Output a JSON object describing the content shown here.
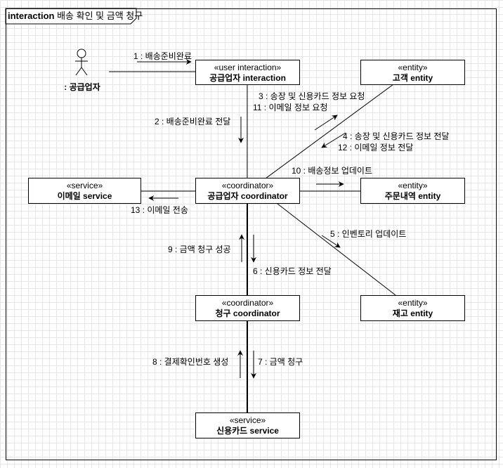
{
  "frame": {
    "keyword": "interaction",
    "title": "배송 확인 및 금액 청구"
  },
  "actor": {
    "name": ": 공급업자"
  },
  "boxes": {
    "user_interaction": {
      "stereotype": "«user interaction»",
      "name": "공급업자 interaction"
    },
    "customer_entity": {
      "stereotype": "«entity»",
      "name": "고객 entity"
    },
    "email_service": {
      "stereotype": "«service»",
      "name": "이메일 service"
    },
    "supplier_coordinator": {
      "stereotype": "«coordinator»",
      "name": "공급업자 coordinator"
    },
    "order_entity": {
      "stereotype": "«entity»",
      "name": "주문내역 entity"
    },
    "billing_coordinator": {
      "stereotype": "«coordinator»",
      "name": "청구 coordinator"
    },
    "inventory_entity": {
      "stereotype": "«entity»",
      "name": "재고 entity"
    },
    "credit_service": {
      "stereotype": "«service»",
      "name": "신용카드 service"
    }
  },
  "messages": {
    "m1": "1 : 배송준비완료",
    "m2": "2 : 배송준비완료 전달",
    "m3": "3 : 송장 및 신용카드 정보 요청",
    "m11": "11 : 이메일 정보 요청",
    "m4": "4 : 송장 및 신용카드 정보 전달",
    "m12": "12 : 이메일 정보 전달",
    "m10": "10 : 배송정보 업데이트",
    "m13": "13 : 이메일 전송",
    "m5": "5 : 인벤토리 업데이트",
    "m9": "9 : 금액 청구 성공",
    "m6": "6 : 신용카드 정보 전달",
    "m8": "8 : 결제확인번호 생성",
    "m7": "7 : 금액 청구"
  }
}
